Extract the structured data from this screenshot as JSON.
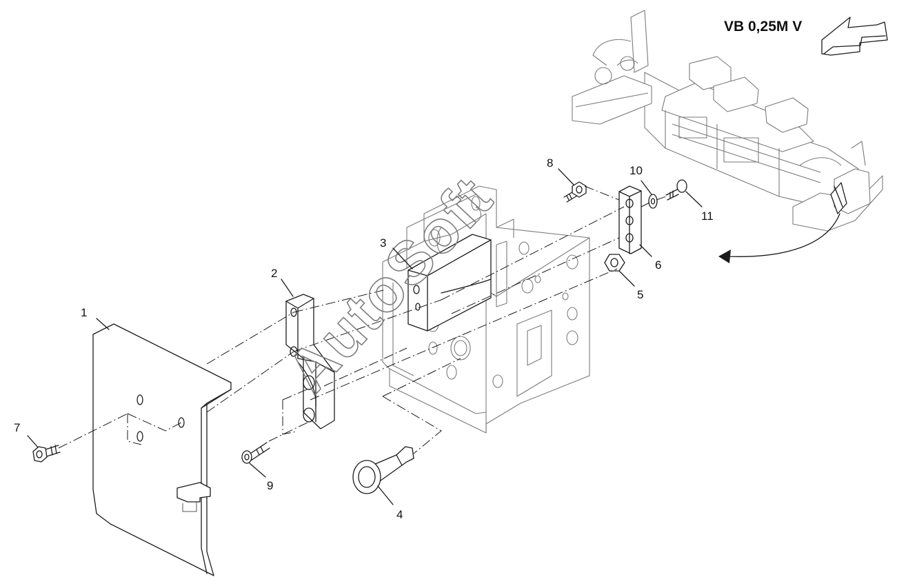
{
  "title": "VB 0,25M V",
  "watermark": "AutoSoft",
  "callouts": [
    "1",
    "2",
    "3",
    "4",
    "5",
    "6",
    "7",
    "8",
    "9",
    "10",
    "11"
  ]
}
